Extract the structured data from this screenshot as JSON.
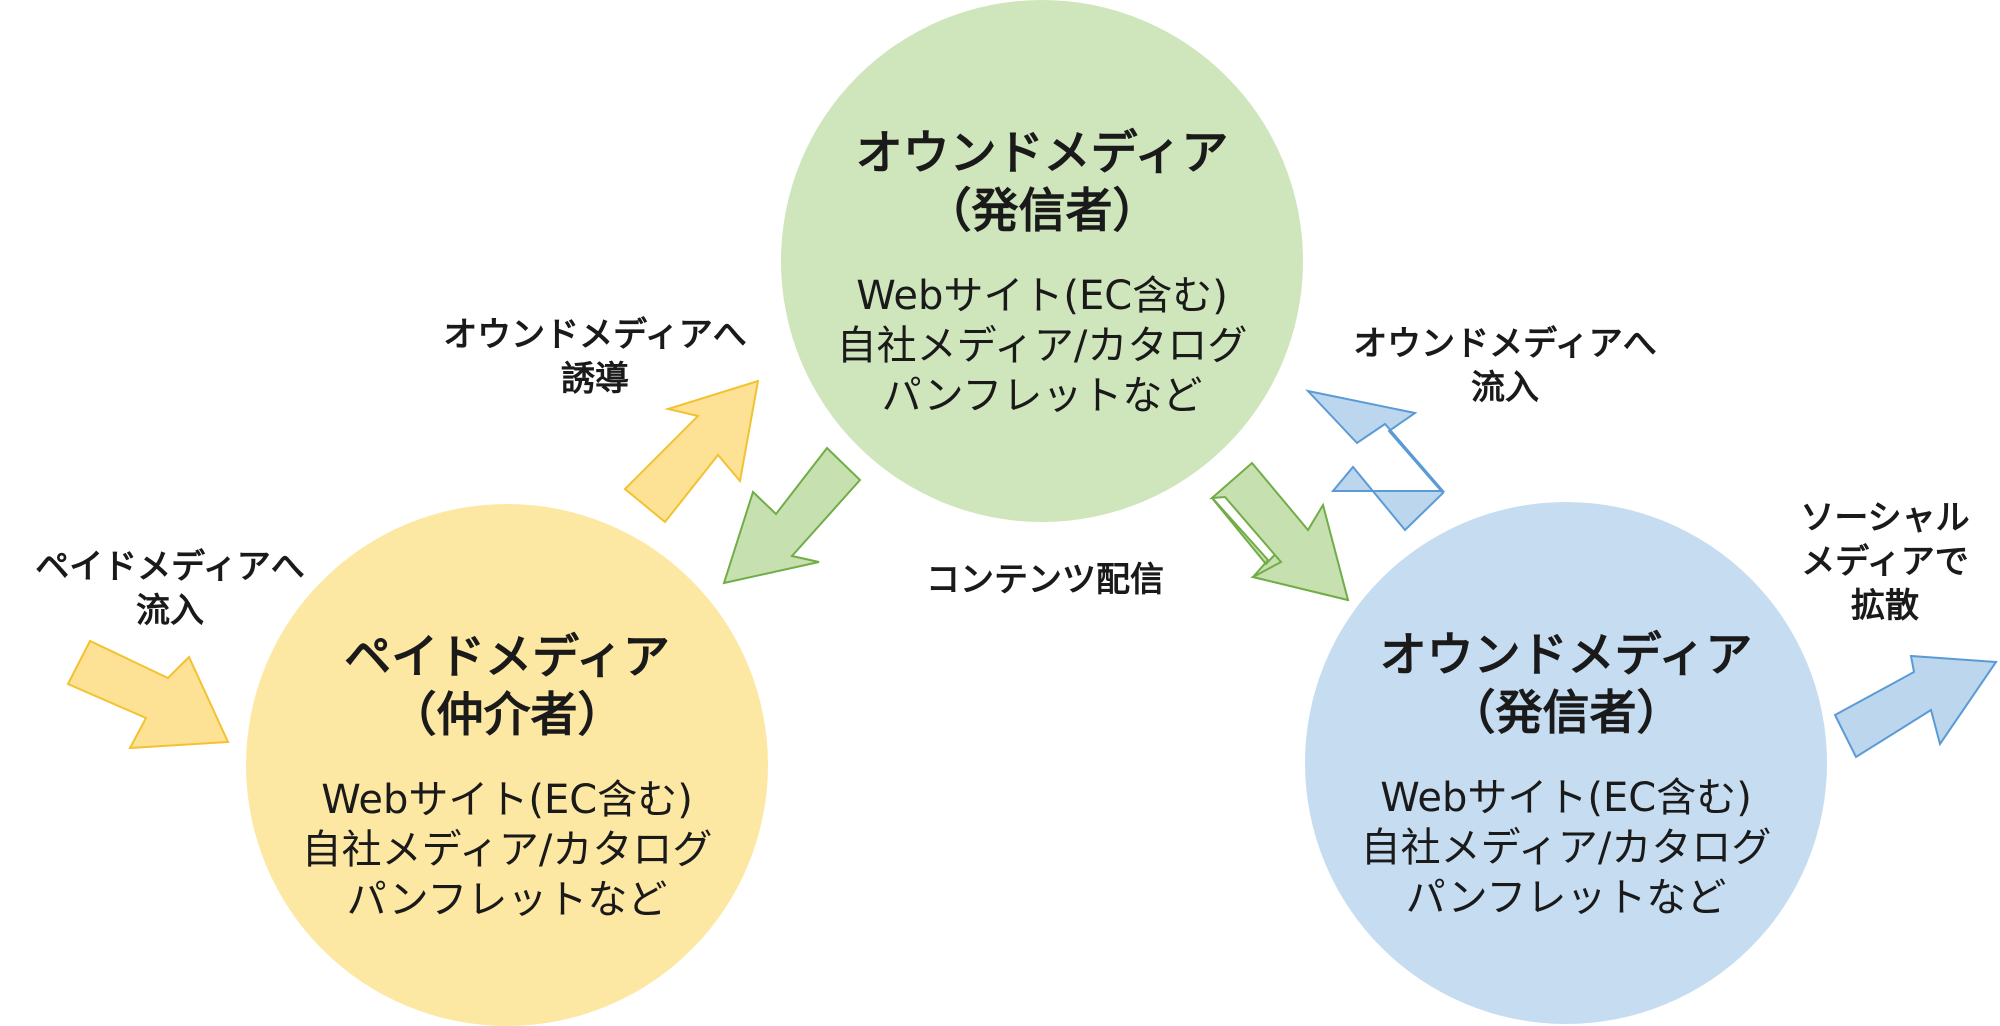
{
  "diagram": {
    "nodes": [
      {
        "id": "owned-top",
        "title": "オウンドメディア",
        "subtitle": "（発信者）",
        "lines": [
          "Webサイト(EC含む)",
          "自社メディア/カタログ",
          "パンフレットなど"
        ],
        "fill": "#cfe5bc"
      },
      {
        "id": "paid",
        "title": "ペイドメディア",
        "subtitle": "（仲介者）",
        "lines": [
          "Webサイト(EC含む)",
          "自社メディア/カタログ",
          "パンフレットなど"
        ],
        "fill": "#fde8a3"
      },
      {
        "id": "owned-right",
        "title": "オウンドメディア",
        "subtitle": "（発信者）",
        "lines": [
          "Webサイト(EC含む)",
          "自社メディア/カタログ",
          "パンフレットなど"
        ],
        "fill": "#c6ddf1"
      }
    ],
    "labels": {
      "guide_to_owned": [
        "オウンドメディアへ",
        "誘導"
      ],
      "paid_inflow": [
        "ペイドメディアへ",
        "流入"
      ],
      "content_delivery": "コンテンツ配信",
      "owned_inflow": [
        "オウンドメディアへ",
        "流入"
      ],
      "social_spread": [
        "ソーシャル",
        "メディアで",
        "拡散"
      ]
    },
    "colors": {
      "yellow_fill": "#fde195",
      "yellow_stroke": "#f2c231",
      "green_fill": "#c6e0b0",
      "green_stroke": "#70ad47",
      "blue_fill": "#bcd6ee",
      "blue_stroke": "#5b9bd5"
    }
  }
}
